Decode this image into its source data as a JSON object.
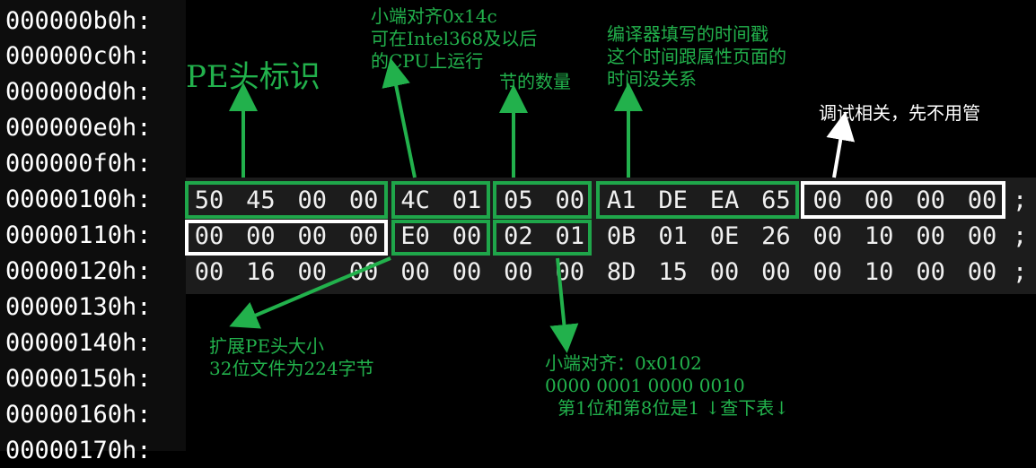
{
  "offsets": [
    "000000b0h:",
    "000000c0h:",
    "000000d0h:",
    "000000e0h:",
    "000000f0h:",
    "00000100h:",
    "00000110h:",
    "00000120h:",
    "00000130h:",
    "00000140h:",
    "00000150h:",
    "00000160h:",
    "00000170h:"
  ],
  "hex_rows": [
    {
      "bytes": [
        "50",
        "45",
        "00",
        "00",
        "4C",
        "01",
        "05",
        "00",
        "A1",
        "DE",
        "EA",
        "65",
        "00",
        "00",
        "00",
        "00"
      ],
      "suffix": ";"
    },
    {
      "bytes": [
        "00",
        "00",
        "00",
        "00",
        "E0",
        "00",
        "02",
        "01",
        "0B",
        "01",
        "0E",
        "26",
        "00",
        "10",
        "00",
        "00"
      ],
      "suffix": ";"
    },
    {
      "bytes": [
        "00",
        "16",
        "00",
        "00",
        "00",
        "00",
        "00",
        "00",
        "8D",
        "15",
        "00",
        "00",
        "00",
        "10",
        "00",
        "00"
      ],
      "suffix": ";"
    }
  ],
  "annotations": {
    "pe_signature": "PE头标识",
    "machine": [
      "小端对齐0x14c",
      "可在Intel368及以后",
      "的CPU上运行"
    ],
    "sections": "节的数量",
    "timestamp": [
      "编译器填写的时间戳",
      "这个时间跟属性页面的",
      "时间没关系"
    ],
    "debug": "调试相关，先不用管",
    "optional_header_size": [
      "扩展PE头大小",
      "32位文件为224字节"
    ],
    "characteristics": [
      "小端对齐：0x0102",
      "0000 0001 0000 0010",
      "第1位和第8位是1   ↓查下表↓"
    ]
  },
  "colors": {
    "annotation_green": "#22b14c",
    "box_green": "#1fa64a",
    "box_white": "#ffffff",
    "background": "#000000"
  }
}
